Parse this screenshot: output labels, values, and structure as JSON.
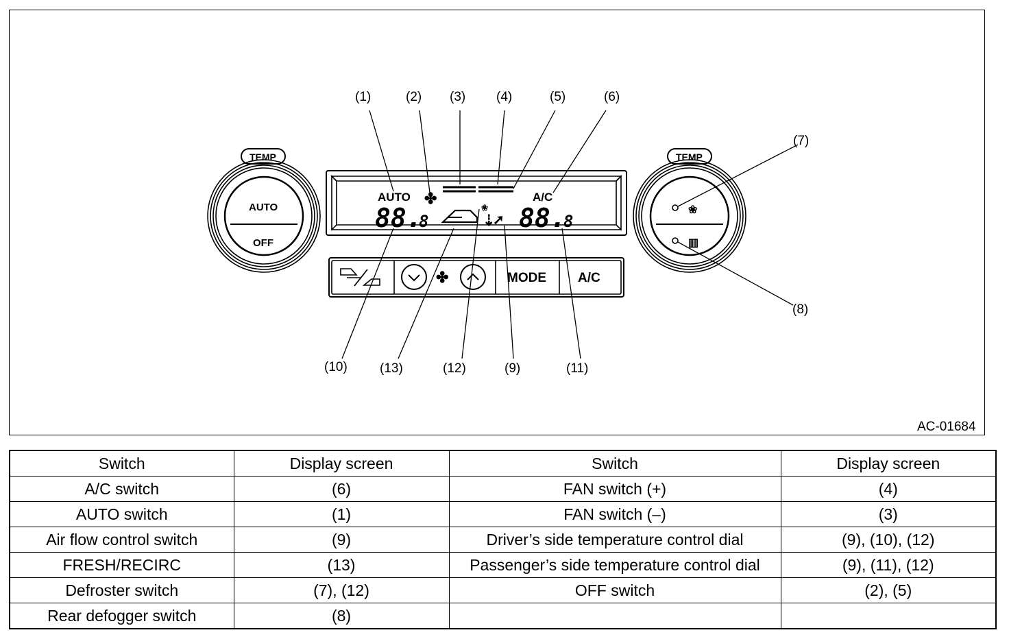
{
  "diagram": {
    "figure_id": "AC-01684",
    "callouts": [
      "(1)",
      "(2)",
      "(3)",
      "(4)",
      "(5)",
      "(6)",
      "(7)",
      "(8)",
      "(9)",
      "(10)",
      "(11)",
      "(12)",
      "(13)"
    ],
    "display": {
      "auto": "AUTO",
      "ac": "A/C",
      "left_temp_digits": "88.",
      "left_temp_small": "8",
      "right_temp_digits": "88.",
      "right_temp_small": "8"
    },
    "left_dial": {
      "temp": "TEMP",
      "auto": "AUTO",
      "off": "OFF"
    },
    "right_dial": {
      "temp": "TEMP"
    },
    "buttons": {
      "mode": "MODE",
      "ac": "A/C"
    }
  },
  "table": {
    "headers": [
      "Switch",
      "Display screen",
      "Switch",
      "Display screen"
    ],
    "rows": [
      [
        "A/C switch",
        "(6)",
        "FAN switch (+)",
        "(4)"
      ],
      [
        "AUTO switch",
        "(1)",
        "FAN switch (–)",
        "(3)"
      ],
      [
        "Air flow control switch",
        "(9)",
        "Driver’s side temperature control dial",
        "(9), (10), (12)"
      ],
      [
        "FRESH/RECIRC",
        "(13)",
        "Passenger’s side temperature control dial",
        "(9), (11), (12)"
      ],
      [
        "Defroster switch",
        "(7), (12)",
        "OFF switch",
        "(2), (5)"
      ],
      [
        "Rear defogger switch",
        "(8)",
        "",
        ""
      ]
    ]
  }
}
